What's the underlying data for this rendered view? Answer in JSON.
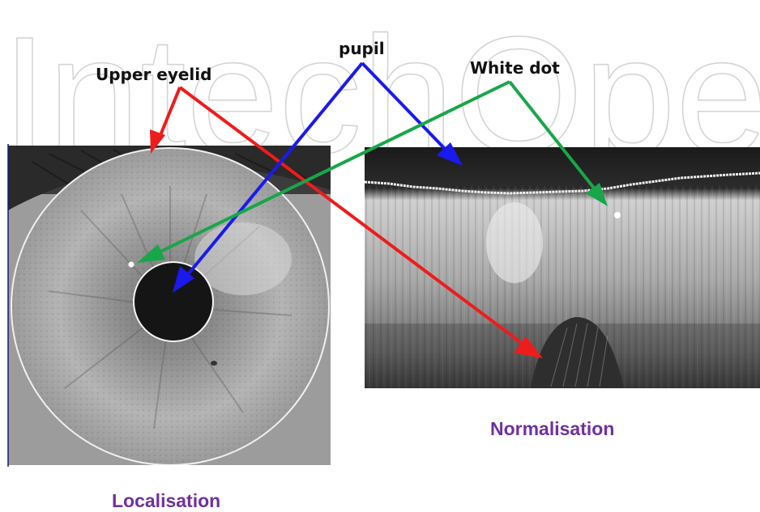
{
  "annotations": {
    "upper_eyelid": "Upper eyelid",
    "pupil": "pupil",
    "white_dot": "White dot"
  },
  "captions": {
    "normalisation": "Normalisation",
    "localisation": "Localisation"
  },
  "watermark": "IntechOpen",
  "colors": {
    "upper_eyelid_arrow": "#ee1c1c",
    "pupil_arrow": "#1a1aee",
    "white_dot_arrow": "#18a64a",
    "caption": "#7030a0"
  }
}
